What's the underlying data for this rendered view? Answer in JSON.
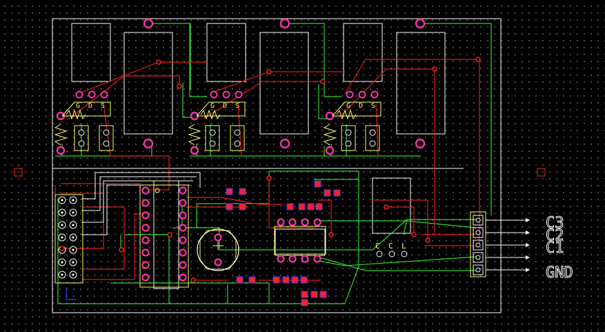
{
  "connector_labels": [
    "C3",
    "C2",
    "C1",
    "GND"
  ],
  "mosfet_pins": [
    "G",
    "D",
    "S"
  ],
  "module_pins": [
    "C",
    "C",
    "L"
  ],
  "colors": {
    "background": "#000000",
    "grid_dot": "#5a5a5a",
    "outline": "#ffffff",
    "top_trace": "#e11b1b",
    "bottom_trace": "#2ed82e",
    "silkscreen": "#ffff66",
    "pad": "#ff33aa",
    "via": "#ff2020",
    "smd_blue": "#3a3aff",
    "label_text": "#ffffff"
  }
}
